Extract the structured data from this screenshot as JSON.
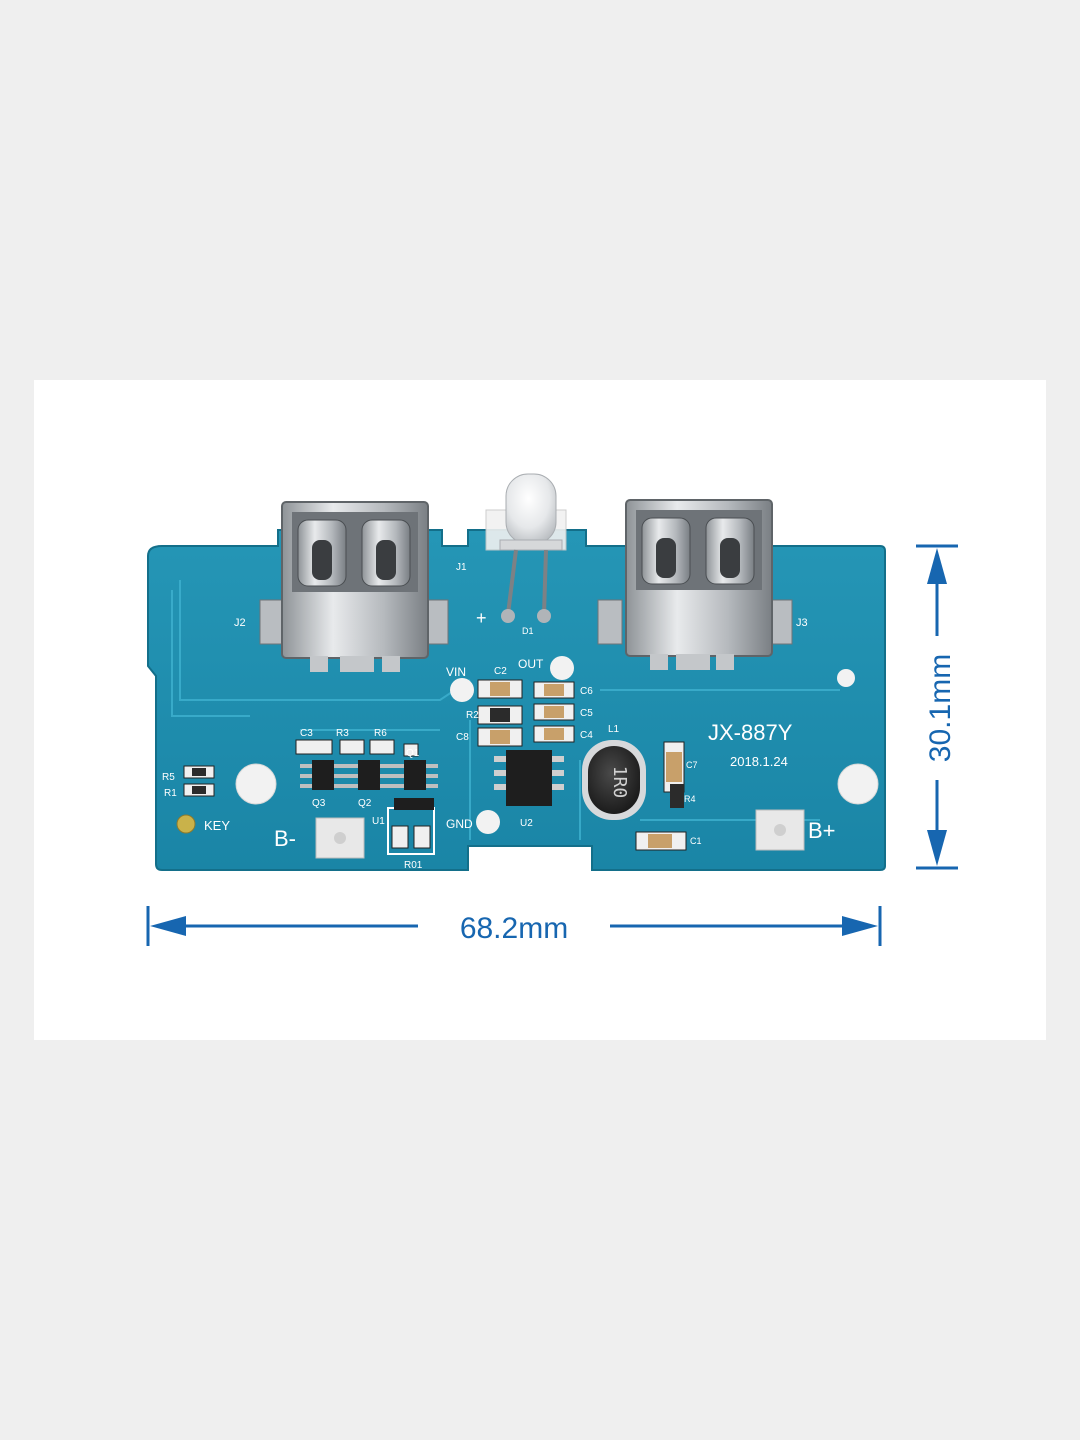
{
  "photo": {
    "board_model": "JX-887Y",
    "board_date": "2018.1.24",
    "dimensions": {
      "width_label": "68.2mm",
      "height_label": "30.1mm"
    },
    "silkscreen": {
      "j1": "J1",
      "j2": "J2",
      "j3": "J3",
      "d1": "D1",
      "plus": "+",
      "vin": "VIN",
      "out": "OUT",
      "gnd": "GND",
      "key": "KEY",
      "b_minus": "B-",
      "b_plus": "B+",
      "c1": "C1",
      "c2": "C2",
      "c3": "C3",
      "c4": "C4",
      "c5": "C5",
      "c6": "C6",
      "c7": "C7",
      "c8": "C8",
      "r1": "R1",
      "r2": "R2",
      "r3": "R3",
      "r4": "R4",
      "r5": "R5",
      "r6": "R6",
      "r01": "R01",
      "q1": "Q1",
      "q2": "Q2",
      "q3": "Q3",
      "u1": "U1",
      "u2": "U2",
      "l1": "L1",
      "inductor_marking": "1R0"
    },
    "colors": {
      "pcb": "#1f8fb0",
      "dimension_lines": "#1766b0"
    }
  }
}
